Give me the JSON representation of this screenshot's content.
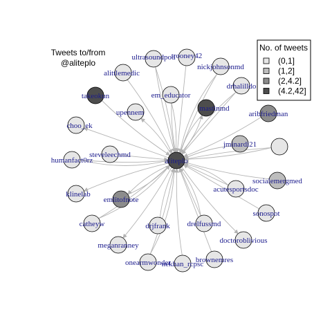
{
  "title": [
    "Tweets to/from",
    "@aliteplo"
  ],
  "legend": {
    "title": "No. of tweets",
    "items": [
      {
        "label": "(0,1]",
        "color": "#e6e6e6"
      },
      {
        "label": "(1,2]",
        "color": "#bdbdbd"
      },
      {
        "label": "(2,4.2]",
        "color": "#8c8c8c"
      },
      {
        "label": "(4.2,42]",
        "color": "#4d4d4d"
      }
    ]
  },
  "colors": {
    "edge": "#b3b3b3",
    "label": "#1a1a8c",
    "node_stroke": "#000000"
  },
  "center": {
    "id": "aliteplo",
    "label": "aliteplo",
    "bin": 3
  },
  "nodes": [
    {
      "id": "ultrasoundpod",
      "label": "ultrasoundpod",
      "bin": 0,
      "dir": "in"
    },
    {
      "id": "trooney42",
      "label": "trooney42",
      "bin": 0,
      "dir": "in"
    },
    {
      "id": "nickjohnsonmd",
      "label": "nickjohnsonmd",
      "bin": 0,
      "dir": "in"
    },
    {
      "id": "alittlemedic",
      "label": "alittlemedic",
      "bin": 0,
      "dir": "in"
    },
    {
      "id": "drhalilldo",
      "label": "drhalilldo",
      "bin": 0,
      "dir": "in"
    },
    {
      "id": "takeokun",
      "label": "takeokun",
      "bin": 3,
      "dir": "in"
    },
    {
      "id": "em_educator",
      "label": "em_educator",
      "bin": 0,
      "dir": "in"
    },
    {
      "id": "mastinmd",
      "label": "mastinmd",
      "bin": 3,
      "dir": "both"
    },
    {
      "id": "upennem",
      "label": "upennem",
      "bin": 0,
      "dir": "out"
    },
    {
      "id": "aribfriedman",
      "label": "aribfriedman",
      "bin": 2,
      "dir": "in"
    },
    {
      "id": "choo_ek",
      "label": "choo_ek",
      "bin": 0,
      "dir": "out"
    },
    {
      "id": "jminardi21",
      "label": "jminardi21",
      "bin": 1,
      "dir": "in"
    },
    {
      "id": "unlabeled",
      "label": "",
      "bin": 0,
      "dir": "in"
    },
    {
      "id": "steveleechmd",
      "label": "steveleechmd",
      "bin": 0,
      "dir": "in"
    },
    {
      "id": "humanfact0rz",
      "label": "humanfact0rz",
      "bin": 0,
      "dir": "in"
    },
    {
      "id": "socialemergmed",
      "label": "socialemergmed",
      "bin": 1,
      "dir": "in"
    },
    {
      "id": "acutesportsdoc",
      "label": "acutesportsdoc",
      "bin": 0,
      "dir": "in"
    },
    {
      "id": "klinelab",
      "label": "klinelab",
      "bin": 0,
      "dir": "out"
    },
    {
      "id": "emlitofnote",
      "label": "emlitofnote",
      "bin": 2,
      "dir": "both"
    },
    {
      "id": "sonospot",
      "label": "sonospot",
      "bin": 0,
      "dir": "in"
    },
    {
      "id": "catheyw",
      "label": "catheyw",
      "bin": 0,
      "dir": "in"
    },
    {
      "id": "drjfrank",
      "label": "drjfrank",
      "bin": 0,
      "dir": "in"
    },
    {
      "id": "drelfussmd",
      "label": "drelfussmd",
      "bin": 0,
      "dir": "in"
    },
    {
      "id": "doctoroblivious",
      "label": "doctoroblivious",
      "bin": 0,
      "dir": "out"
    },
    {
      "id": "meganranney",
      "label": "meganranney",
      "bin": 0,
      "dir": "out"
    },
    {
      "id": "brownemres",
      "label": "brownemres",
      "bin": 0,
      "dir": "in"
    },
    {
      "id": "onearmwonder",
      "label": "onearmwonder",
      "bin": 0,
      "dir": "in"
    },
    {
      "id": "nekhan_rcpsc",
      "label": "nekhan_rcpsc",
      "bin": 0,
      "dir": "in"
    }
  ]
}
